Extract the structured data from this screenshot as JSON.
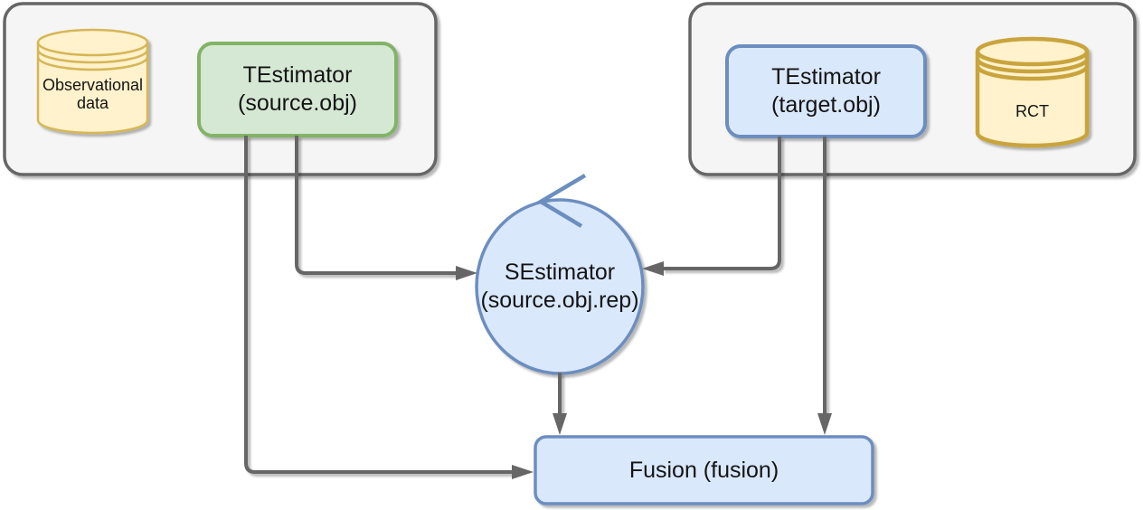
{
  "diagram": {
    "source_group": {
      "database_label": "Observational data",
      "estimator_title": "TEstimator",
      "estimator_subtitle": "(source.obj)"
    },
    "target_group": {
      "estimator_title": "TEstimator",
      "estimator_subtitle": "(target.obj)",
      "database_label": "RCT"
    },
    "sestimator": {
      "title": "SEstimator",
      "subtitle": "(source.obj.rep)"
    },
    "fusion": {
      "label": "Fusion (fusion)"
    },
    "colors": {
      "container_fill": "#F5F5F5",
      "container_stroke": "#666666",
      "database_fill": "#FFF2CC",
      "database_stroke_light": "#D6B656",
      "database_stroke_bold": "#C9A43C",
      "green_fill": "#D5E8D4",
      "green_stroke": "#82B366",
      "blue_fill": "#DAE8FC",
      "blue_stroke": "#6C8EBF",
      "edge_color": "#666666",
      "text_color": "#141414"
    }
  }
}
